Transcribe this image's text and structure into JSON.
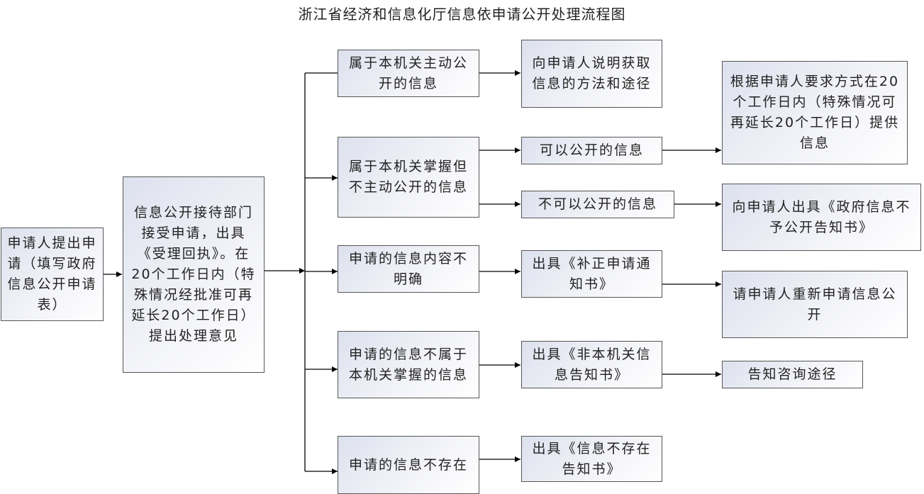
{
  "title": "浙江省经济和信息化厅信息依申请公开处理流程图",
  "nodes": {
    "applicant_submit": "申请人提出申请（填写政府信息公开申请表）",
    "reception_dept": "信息公开接待部门接受申请，出具《受理回执》。在20个工作日内（特殊情况经批准可再延长20个工作日）提出处理意见",
    "proactive_info": "属于本机关主动公开的信息",
    "explain_method": "向申请人说明获取信息的方法和途径",
    "held_not_proactive": "属于本机关掌握但不主动公开的信息",
    "can_disclose": "可以公开的信息",
    "provide_info": "根据申请人要求方式在20个工作日内（特殊情况可再延长20个工作日）提供信息",
    "cannot_disclose": "不可以公开的信息",
    "nondisclosure_notice": "向申请人出具《政府信息不予公开告知书》",
    "unclear_content": "申请的信息内容不明确",
    "correction_notice": "出具《补正申请通知书》",
    "reapply": "请申请人重新申请信息公开",
    "not_held": "申请的信息不属于本机关掌握的信息",
    "not_agency_notice": "出具《非本机关信息告知书》",
    "inform_channel": "告知咨询途径",
    "not_exist": "申请的信息不存在",
    "not_exist_notice": "出具《信息不存在告知书》"
  },
  "edges": [
    [
      "applicant_submit",
      "reception_dept"
    ],
    [
      "reception_dept",
      "proactive_info"
    ],
    [
      "reception_dept",
      "held_not_proactive"
    ],
    [
      "reception_dept",
      "unclear_content"
    ],
    [
      "reception_dept",
      "not_held"
    ],
    [
      "reception_dept",
      "not_exist"
    ],
    [
      "proactive_info",
      "explain_method"
    ],
    [
      "held_not_proactive",
      "can_disclose"
    ],
    [
      "held_not_proactive",
      "cannot_disclose"
    ],
    [
      "can_disclose",
      "provide_info"
    ],
    [
      "cannot_disclose",
      "nondisclosure_notice"
    ],
    [
      "unclear_content",
      "correction_notice"
    ],
    [
      "correction_notice",
      "reapply"
    ],
    [
      "not_held",
      "not_agency_notice"
    ],
    [
      "not_agency_notice",
      "inform_channel"
    ],
    [
      "not_exist",
      "not_exist_notice"
    ]
  ],
  "colors": {
    "line": "#000000",
    "border": "#555555",
    "fill_start": "#dde1ee",
    "fill_end": "#ffffff"
  }
}
